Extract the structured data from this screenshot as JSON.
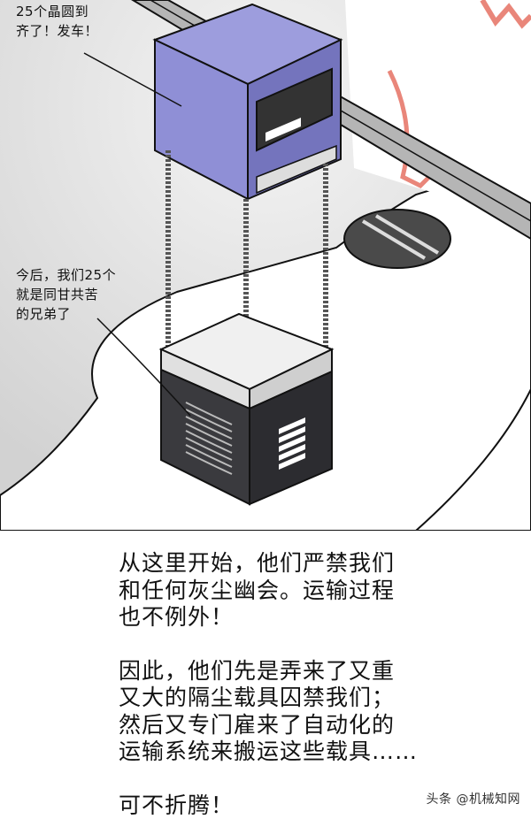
{
  "bubbles": {
    "top_line1": "25个晶圆到",
    "top_line2": "齐了！发车！",
    "mid_line1": "今后，我们25个",
    "mid_line2": "就是同甘共苦",
    "mid_line3": "的兄弟了"
  },
  "narration": {
    "p1_line1": "从这里开始，他们严禁我们",
    "p1_line2": "和任何灰尘幽会。运输过程",
    "p1_line3": "也不例外！",
    "p2_line1": "因此，他们先是弄来了又重",
    "p2_line2": "又大的隔尘载具囚禁我们；",
    "p2_line3": "然后又专门雇来了自动化的",
    "p2_line4": "运输系统来搬运这些载具……",
    "p3_line1": "可不折腾！"
  },
  "watermark": "头条 @机械知网",
  "colors": {
    "robot_body": "#8f8fd6",
    "robot_shadow": "#6c6cb0",
    "pod_dark": "#3a3a3e",
    "track": "#b5b5b5",
    "red_marks": "#e9867a",
    "floor_gray": "#d7d7d7"
  }
}
